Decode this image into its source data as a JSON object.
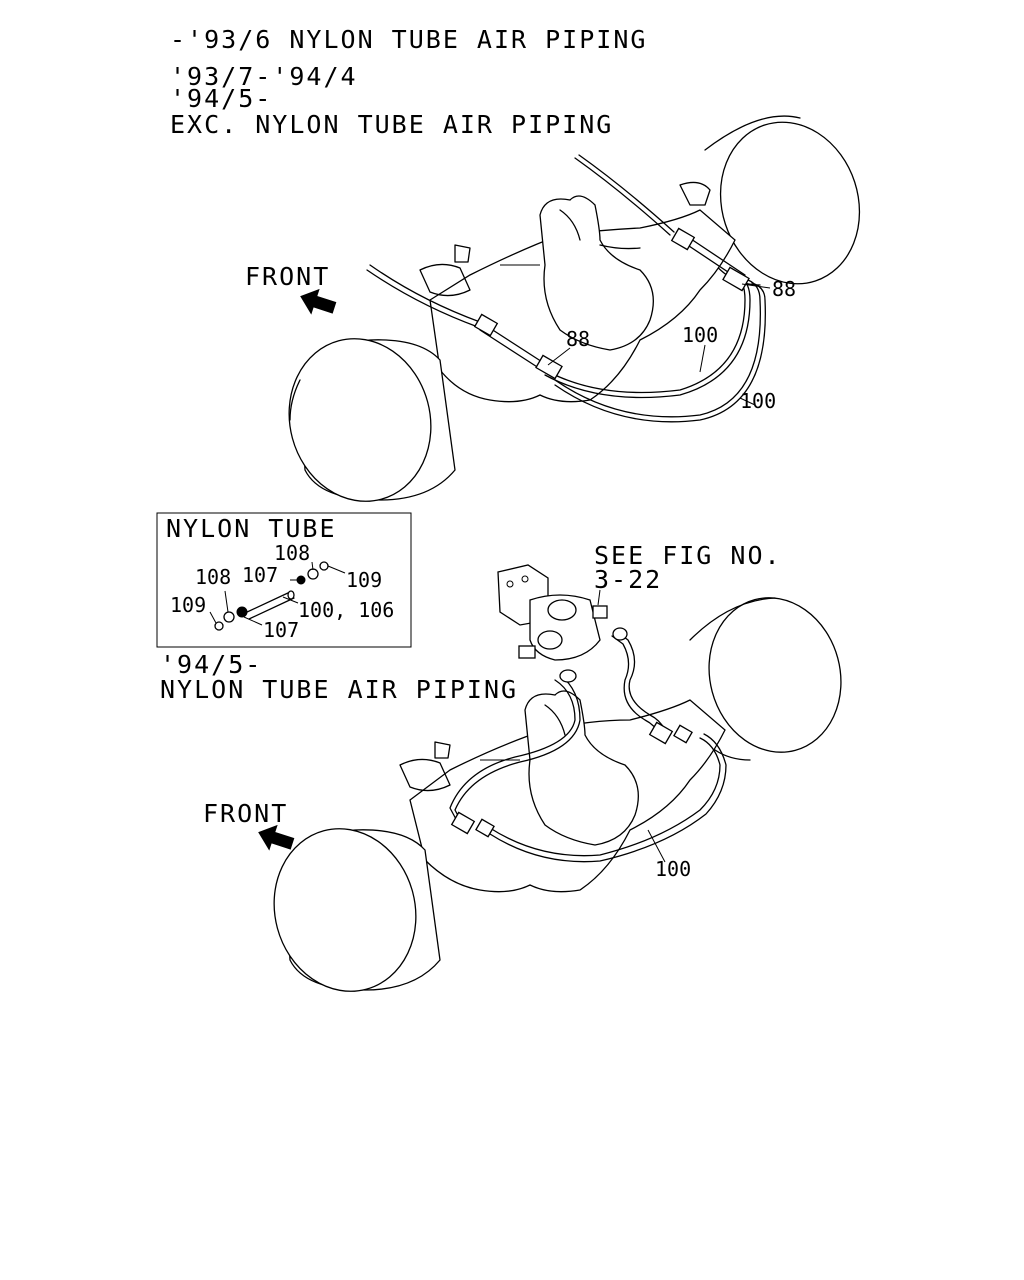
{
  "headers": {
    "line1": "-'93/6 NYLON TUBE AIR PIPING",
    "line2": "'93/7-'94/4",
    "line3": "'94/5-",
    "line4": "EXC. NYLON TUBE AIR PIPING"
  },
  "top_view": {
    "front_label": "FRONT",
    "callouts": [
      "88",
      "88",
      "100",
      "100"
    ]
  },
  "inset": {
    "title": "NYLON TUBE",
    "callouts": [
      "108",
      "107",
      "109",
      "108",
      "109",
      "100, 106",
      "107"
    ]
  },
  "bottom_view": {
    "header_line1": "'94/5-",
    "header_line2": "NYLON TUBE AIR PIPING",
    "see_fig_line1": "SEE FIG NO.",
    "see_fig_line2": "3-22",
    "front_label": "FRONT",
    "callouts": [
      "100"
    ]
  }
}
